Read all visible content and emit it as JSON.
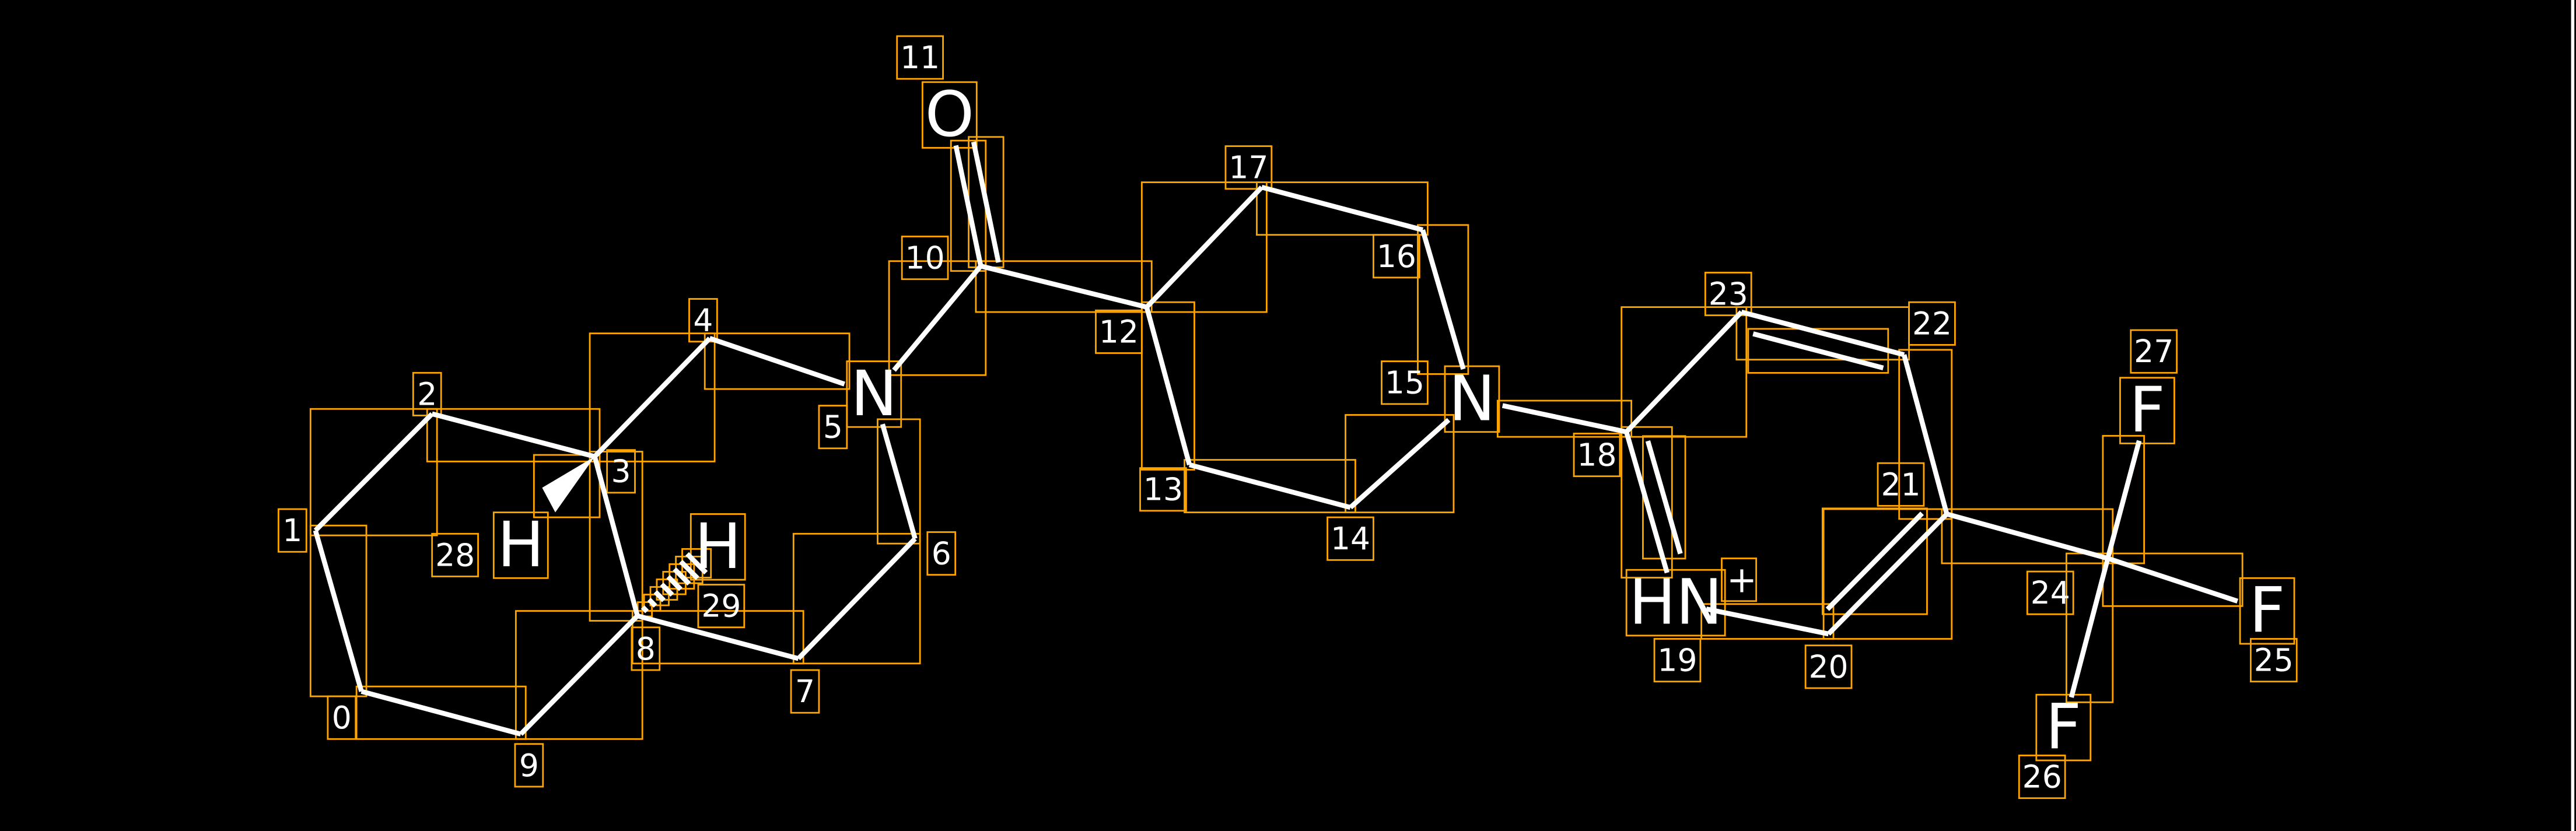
{
  "colors": {
    "background": "#000000",
    "bond": "#FFFFFF",
    "box": "#FFA500"
  },
  "atoms": [
    {
      "index": "0",
      "symbol": ""
    },
    {
      "index": "1",
      "symbol": ""
    },
    {
      "index": "2",
      "symbol": ""
    },
    {
      "index": "3",
      "symbol": ""
    },
    {
      "index": "4",
      "symbol": ""
    },
    {
      "index": "5",
      "symbol": "N"
    },
    {
      "index": "6",
      "symbol": ""
    },
    {
      "index": "7",
      "symbol": ""
    },
    {
      "index": "8",
      "symbol": ""
    },
    {
      "index": "9",
      "symbol": ""
    },
    {
      "index": "10",
      "symbol": ""
    },
    {
      "index": "11",
      "symbol": "O"
    },
    {
      "index": "12",
      "symbol": ""
    },
    {
      "index": "13",
      "symbol": ""
    },
    {
      "index": "14",
      "symbol": ""
    },
    {
      "index": "15",
      "symbol": "N"
    },
    {
      "index": "16",
      "symbol": ""
    },
    {
      "index": "17",
      "symbol": ""
    },
    {
      "index": "18",
      "symbol": ""
    },
    {
      "index": "19",
      "symbol": "HN",
      "charge": "+"
    },
    {
      "index": "20",
      "symbol": ""
    },
    {
      "index": "21",
      "symbol": ""
    },
    {
      "index": "22",
      "symbol": ""
    },
    {
      "index": "23",
      "symbol": ""
    },
    {
      "index": "24",
      "symbol": ""
    },
    {
      "index": "25",
      "symbol": "F"
    },
    {
      "index": "26",
      "symbol": "F"
    },
    {
      "index": "27",
      "symbol": "F"
    },
    {
      "index": "28",
      "symbol": "H"
    },
    {
      "index": "29",
      "symbol": "H"
    }
  ],
  "bonds": [
    {
      "a": 0,
      "b": 1,
      "order": 1
    },
    {
      "a": 1,
      "b": 2,
      "order": 1
    },
    {
      "a": 2,
      "b": 3,
      "order": 1
    },
    {
      "a": 3,
      "b": 4,
      "order": 1
    },
    {
      "a": 4,
      "b": 5,
      "order": 1
    },
    {
      "a": 5,
      "b": 6,
      "order": 1
    },
    {
      "a": 6,
      "b": 7,
      "order": 1
    },
    {
      "a": 7,
      "b": 8,
      "order": 1
    },
    {
      "a": 8,
      "b": 9,
      "order": 1
    },
    {
      "a": 9,
      "b": 0,
      "order": 1
    },
    {
      "a": 3,
      "b": 8,
      "order": 1
    },
    {
      "a": 5,
      "b": 10,
      "order": 1
    },
    {
      "a": 10,
      "b": 11,
      "order": 2
    },
    {
      "a": 10,
      "b": 12,
      "order": 1
    },
    {
      "a": 12,
      "b": 13,
      "order": 1
    },
    {
      "a": 13,
      "b": 14,
      "order": 1
    },
    {
      "a": 14,
      "b": 15,
      "order": 1
    },
    {
      "a": 15,
      "b": 16,
      "order": 1
    },
    {
      "a": 16,
      "b": 17,
      "order": 1
    },
    {
      "a": 17,
      "b": 12,
      "order": 1
    },
    {
      "a": 15,
      "b": 18,
      "order": 1
    },
    {
      "a": 18,
      "b": 19,
      "order": 2
    },
    {
      "a": 19,
      "b": 20,
      "order": 1
    },
    {
      "a": 20,
      "b": 21,
      "order": 2
    },
    {
      "a": 21,
      "b": 22,
      "order": 1
    },
    {
      "a": 22,
      "b": 23,
      "order": 2
    },
    {
      "a": 23,
      "b": 18,
      "order": 1
    },
    {
      "a": 21,
      "b": 24,
      "order": 1
    },
    {
      "a": 24,
      "b": 25,
      "order": 1
    },
    {
      "a": 24,
      "b": 26,
      "order": 1
    },
    {
      "a": 24,
      "b": 27,
      "order": 1
    },
    {
      "a": 3,
      "b": 28,
      "order": 1,
      "stereo": "wedge"
    },
    {
      "a": 8,
      "b": 29,
      "order": 1,
      "stereo": "hash"
    }
  ]
}
